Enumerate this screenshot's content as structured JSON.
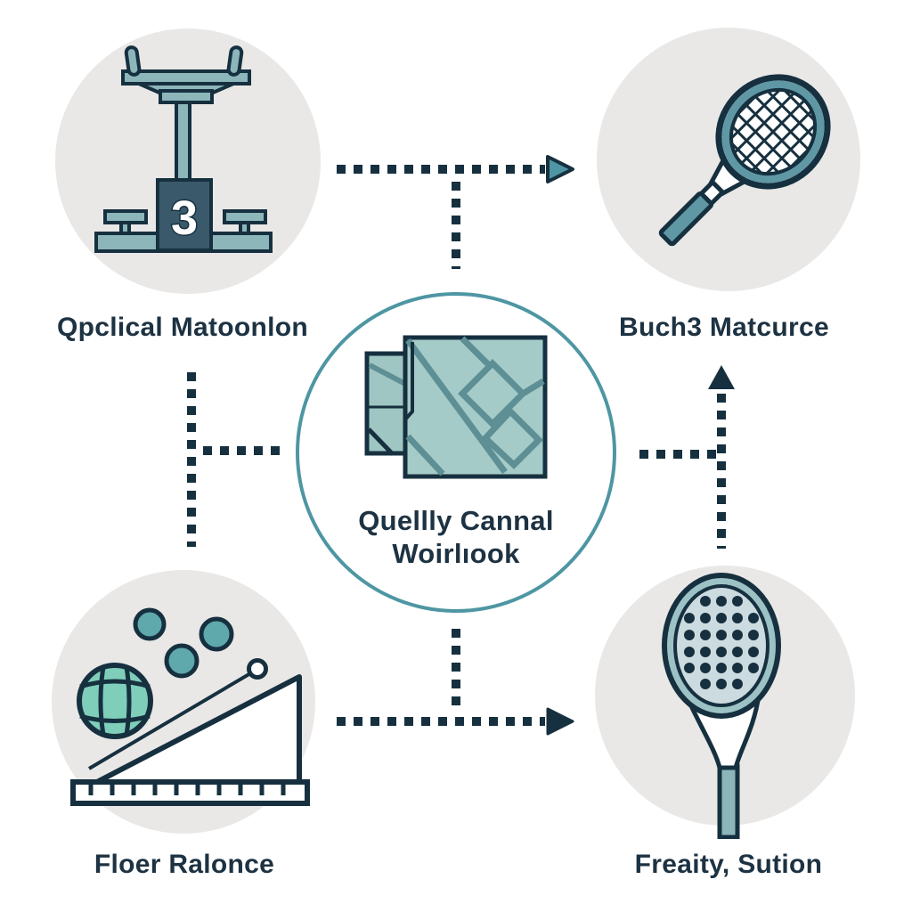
{
  "diagram": {
    "title_hint": "five-node flow diagram with sports equipment icons",
    "colors": {
      "background": "#ffffff",
      "ink": "#16303f",
      "text": "#1d3242",
      "teal_accent": "#4e96a3",
      "teal_light": "#8cb6ba",
      "teal_rim": "#5f98a4",
      "map_fill": "#a5cbc8",
      "map_back_fill": "#9fc6c3",
      "map_road": "#5d8f94",
      "ball_green": "#7fceba",
      "ball_small": "#5fa8ac",
      "box_navy": "#3a5a6c",
      "circle_gray": "#e9e8e7",
      "padel_face": "#ccdbdf",
      "padel_rim": "#9dc2c6"
    },
    "nodes": {
      "top_left": {
        "label": "Qpclical Matoonlon",
        "icon": "podium-stand-icon",
        "badge": "3"
      },
      "top_right": {
        "label": "Buch3 Matcurce",
        "icon": "tennis-racket-icon"
      },
      "center": {
        "label_line1": "Quellly Cannal",
        "label_line2": "Woirlıook",
        "icon": "map-icon"
      },
      "bottom_left": {
        "label": "Floer Ralonce",
        "icon": "balls-ramp-ruler-icon"
      },
      "bottom_right": {
        "label": "Freaity, Sution",
        "icon": "padel-racket-icon"
      }
    },
    "connectors": [
      {
        "name": "top-left-to-top-right",
        "style": "dotted",
        "arrowhead": "right",
        "arrow_fill": "#4e96a3"
      },
      {
        "name": "top-line-to-center-branch",
        "style": "dotted",
        "arrowhead": "none"
      },
      {
        "name": "left-vertical-line",
        "style": "dotted",
        "arrowhead": "none"
      },
      {
        "name": "left-to-center-branch",
        "style": "dotted",
        "arrowhead": "none"
      },
      {
        "name": "center-up-to-top-right",
        "style": "dotted",
        "arrowhead": "up",
        "arrow_fill": "#16303f"
      },
      {
        "name": "center-right-branch",
        "style": "dotted",
        "arrowhead": "none"
      },
      {
        "name": "center-down-branch",
        "style": "dotted",
        "arrowhead": "none"
      },
      {
        "name": "bottom-left-to-bottom-right",
        "style": "dotted",
        "arrowhead": "right",
        "arrow_fill": "#16303f"
      }
    ]
  }
}
